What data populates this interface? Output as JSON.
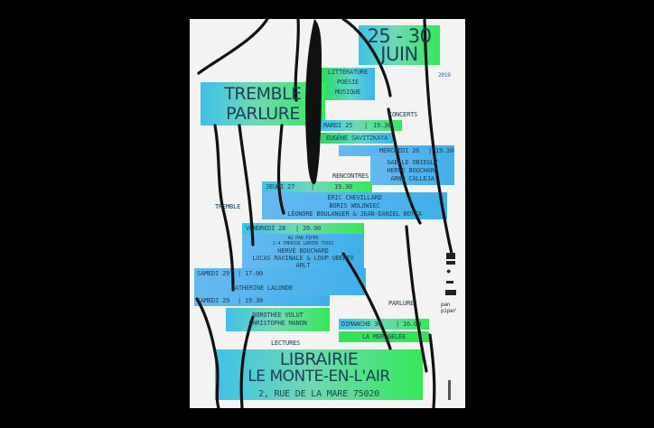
{
  "dates": "25 - 30",
  "month": "JUIN",
  "year": "2019",
  "genres": [
    "LITTÉRATURE",
    "POÉSIE",
    "MUSIQUE"
  ],
  "title_line1": "TREMBLE",
  "title_line2": "PARLURE",
  "sections": {
    "concerts": "CONCERTS",
    "rencontres": "RENCONTRES",
    "tremble": "TREMBLE",
    "parlure": "PARLURE",
    "lectures": "LECTURES"
  },
  "events": [
    {
      "date": "MARDI 25",
      "time": "19.30",
      "names": [
        "EUGÈNE SAVITZKAYA"
      ]
    },
    {
      "date": "MERCREDI 26",
      "time": "19.30",
      "names": [
        "GAËLLE OBIEGLY",
        "HERVÉ BOUCHARD",
        "ARNO CALLEJA"
      ]
    },
    {
      "date": "JEUDI 27",
      "time": "19.30",
      "names": [
        "ÉRIC CHEVILLARD",
        "BORIS WOLOWIEC",
        "LÉONORE BOULANGER & JEAN-DANIEL BOTTA"
      ]
    },
    {
      "date": "VENDREDI 28",
      "time": "20.00",
      "venue": [
        "AU PAN PIPER",
        "2-4 IMPASSE LAMIER 75011"
      ],
      "names": [
        "HERVÉ BOUCHARD",
        "LUCAS RAVINALE & LOUP UBERTO",
        "ARLT"
      ]
    },
    {
      "date": "SAMEDI 29",
      "time": "17.00",
      "names": [
        "CATHERINE LALONDE"
      ]
    },
    {
      "date": "SAMEDI 29",
      "time": "19.30",
      "names": [
        "DOROTHÉE VOLUT",
        "CHRISTOPHE MANON"
      ]
    },
    {
      "date": "DIMANCHE 30",
      "time": "16.00",
      "names": [
        "LA MER GELÉE"
      ]
    }
  ],
  "venue_line1": "LIBRAIRIE",
  "venue_line2": "LE MONTE-EN-L'AIR",
  "address": "2, RUE DE LA MARE 75020",
  "partners": [
    "pan piper"
  ],
  "colors": {
    "green": "#35e35b",
    "blue": "#3fb0ea",
    "ink": "#1b3f57",
    "background": "#000000",
    "paper": "#f3f3f1"
  }
}
